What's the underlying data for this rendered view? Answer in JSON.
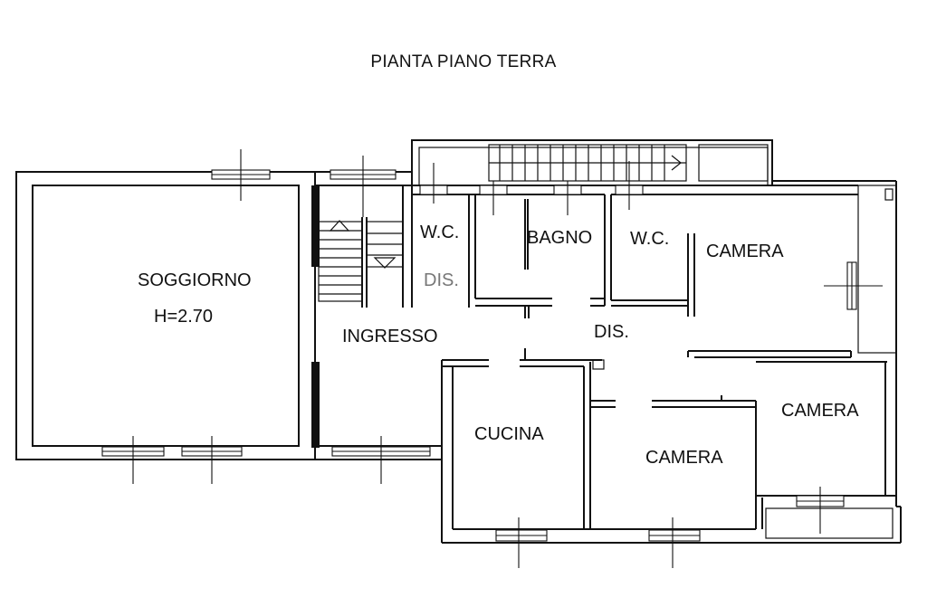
{
  "title": "PIANTA PIANO TERRA",
  "rooms": {
    "soggiorno": "SOGGIORNO",
    "height_note": "H=2.70",
    "ingresso": "INGRESSO",
    "wc_left": "W.C.",
    "dis_left": "DIS.",
    "bagno": "BAGNO",
    "wc_right": "W.C.",
    "camera_top": "CAMERA",
    "dis_center": "DIS.",
    "cucina": "CUCINA",
    "camera_center": "CAMERA",
    "camera_right": "CAMERA"
  }
}
